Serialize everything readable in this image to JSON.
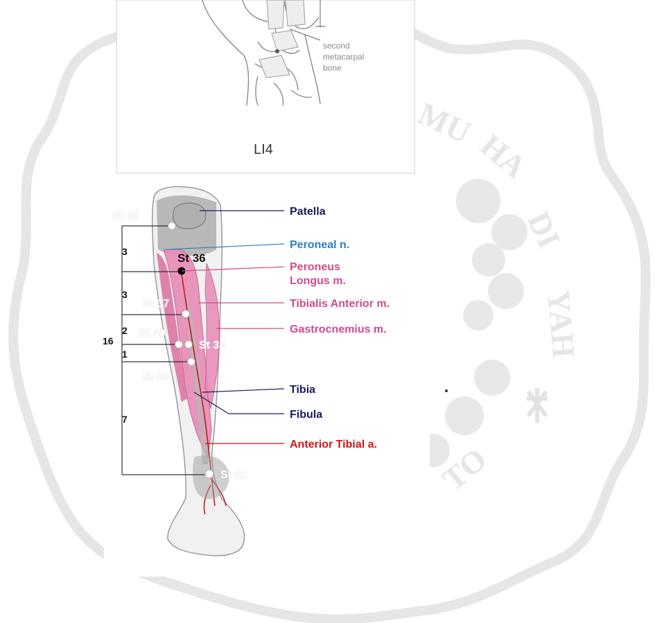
{
  "top_panel": {
    "annotation": [
      "second",
      "metacarpal",
      "bone"
    ],
    "caption": "LI4"
  },
  "labels": {
    "patella": "Patella",
    "peroneal_n": "Peroneal n.",
    "peroneus_line1": "Peroneus",
    "peroneus_line2": "Longus m.",
    "tibialis": "Tibialis Anterior m.",
    "gastrocnemius": "Gastrocnemius m.",
    "tibia": "Tibia",
    "fibula": "Fibula",
    "anterior_tibial": "Anterior Tibial a."
  },
  "points": {
    "st35": "St 35",
    "st36": "St 36",
    "st37": "St 37",
    "st40": "St 40",
    "st38": "St 38",
    "st39": "St 39",
    "st41": "St 41"
  },
  "measure": {
    "total": "16",
    "seg1": "3",
    "seg2": "3",
    "seg3": "2",
    "seg4": "1",
    "seg5": "7"
  },
  "colors": {
    "navy": "#1c1a5e",
    "blue": "#2a7fc6",
    "pink": "#d24a8a",
    "red": "#d01515",
    "muscle": "#e98ab6",
    "bone": "#bdbdbd",
    "watermark": "#e4e4e4"
  }
}
